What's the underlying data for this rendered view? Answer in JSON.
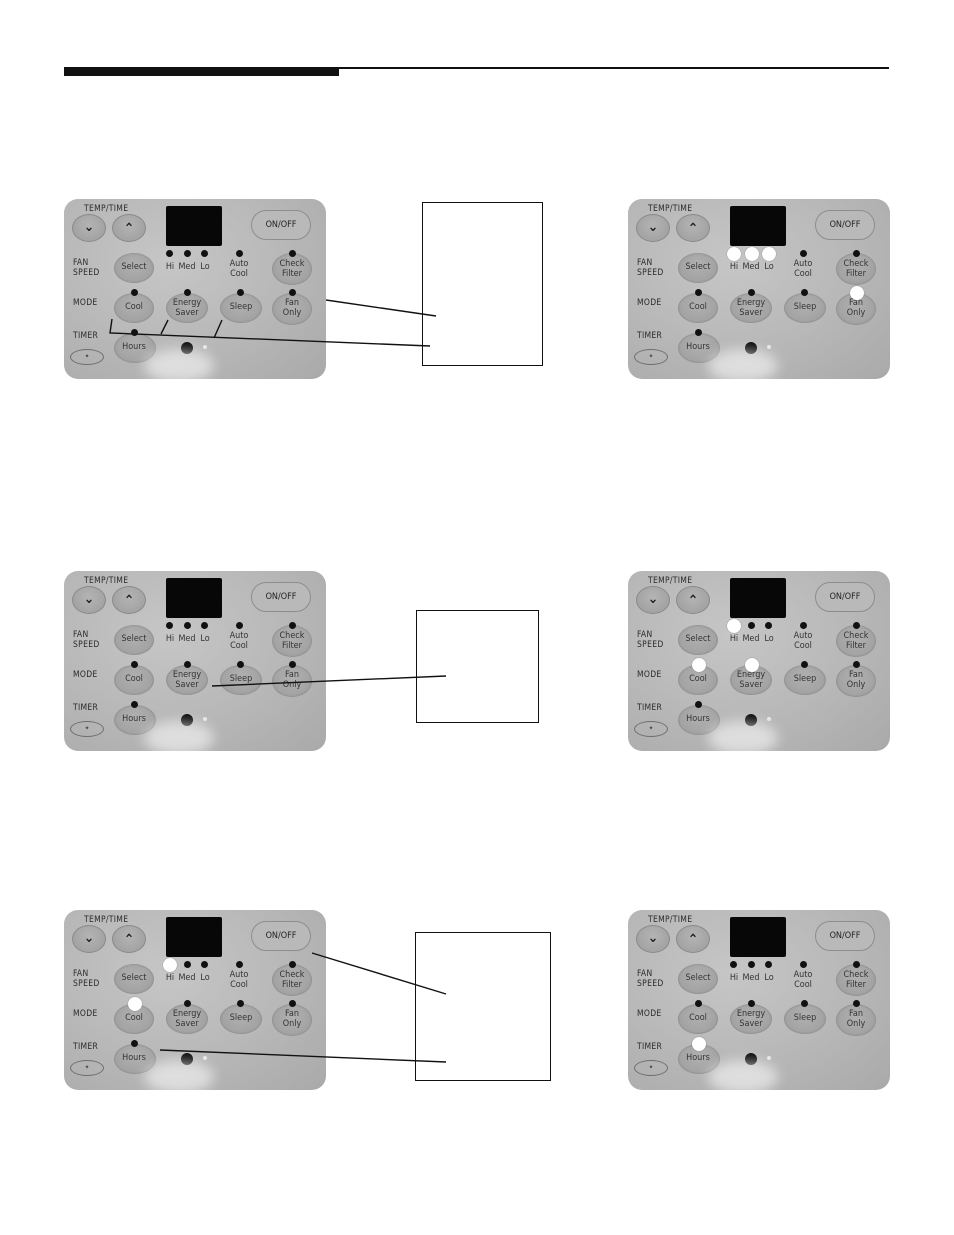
{
  "panel_labels": {
    "temp_time": "TEMP/TIME",
    "on_off": "ON/OFF",
    "fan_speed_1": "FAN",
    "fan_speed_2": "SPEED",
    "mode": "MODE",
    "timer": "TIMER",
    "select": "Select",
    "hi": "Hi",
    "med": "Med",
    "lo": "Lo",
    "auto_1": "Auto",
    "auto_2": "Cool",
    "check_1": "Check",
    "check_2": "Filter",
    "cool": "Cool",
    "energy_1": "Energy",
    "energy_2": "Saver",
    "sleep": "Sleep",
    "fan_only_1": "Fan",
    "fan_only_2": "Only",
    "hours": "Hours",
    "up_icon": "chevron-up-icon",
    "down_icon": "chevron-down-icon"
  },
  "panels": [
    {
      "name": "panel-1-left",
      "lit": []
    },
    {
      "name": "panel-1-right",
      "lit": [
        "hi",
        "med",
        "lo",
        "fan_only"
      ]
    },
    {
      "name": "panel-2-left",
      "lit": []
    },
    {
      "name": "panel-2-right",
      "lit": [
        "hi",
        "cool",
        "energy"
      ]
    },
    {
      "name": "panel-3-left",
      "lit": [
        "hi",
        "cool"
      ]
    },
    {
      "name": "panel-3-right",
      "lit": [
        "hours"
      ]
    }
  ],
  "colors": {
    "rule": "#111111",
    "panel": "#b7b7b7",
    "led_off": "#111111",
    "led_lit": "#ffffff"
  }
}
